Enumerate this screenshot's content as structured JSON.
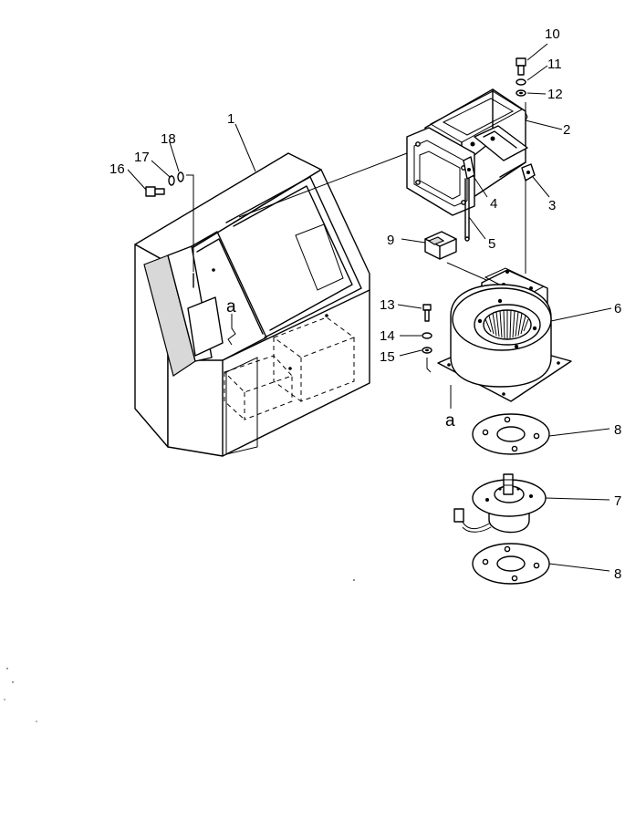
{
  "callouts": [
    {
      "id": "1",
      "text": "1"
    },
    {
      "id": "2",
      "text": "2"
    },
    {
      "id": "3",
      "text": "3"
    },
    {
      "id": "4",
      "text": "4"
    },
    {
      "id": "5",
      "text": "5"
    },
    {
      "id": "6",
      "text": "6"
    },
    {
      "id": "7",
      "text": "7"
    },
    {
      "id": "8a",
      "text": "8"
    },
    {
      "id": "8b",
      "text": "8"
    },
    {
      "id": "9",
      "text": "9"
    },
    {
      "id": "10",
      "text": "10"
    },
    {
      "id": "11",
      "text": "11"
    },
    {
      "id": "12",
      "text": "12"
    },
    {
      "id": "13",
      "text": "13"
    },
    {
      "id": "14",
      "text": "14"
    },
    {
      "id": "15",
      "text": "15"
    },
    {
      "id": "16",
      "text": "16"
    },
    {
      "id": "17",
      "text": "17"
    },
    {
      "id": "18",
      "text": "18"
    }
  ],
  "reference_marks": [
    {
      "id": "a-left",
      "text": "a"
    },
    {
      "id": "a-right",
      "text": "a"
    }
  ]
}
